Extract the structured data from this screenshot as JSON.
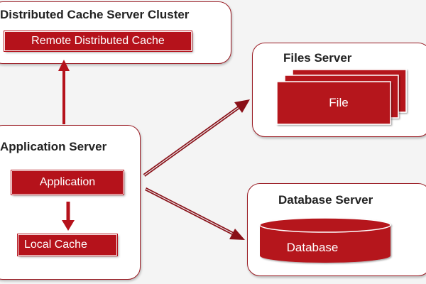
{
  "colors": {
    "accent": "#b5121b",
    "border": "#9b1c24",
    "text": "#222222"
  },
  "cache_cluster": {
    "title": "Distributed Cache Server Cluster",
    "box_label": "Remote Distributed Cache"
  },
  "app_server": {
    "title": "Application Server",
    "app_label": "Application",
    "local_cache_label": "Local Cache"
  },
  "files_server": {
    "title": "Files Server",
    "file_label": "File"
  },
  "db_server": {
    "title": "Database Server",
    "db_label": "Database"
  }
}
